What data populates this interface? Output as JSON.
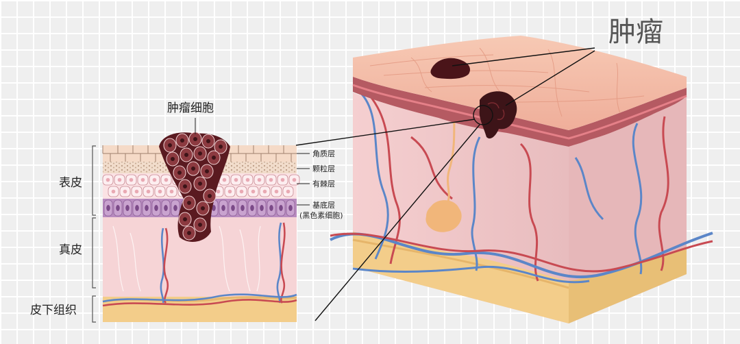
{
  "title": "肿瘤",
  "cell_label": "肿瘤细胞",
  "layers": {
    "epidermis": "表皮",
    "dermis": "真皮",
    "subcutis": "皮下组织"
  },
  "sublayers": {
    "stratum_corneum": "角质层",
    "stratum_granulosum": "颗粒层",
    "stratum_spinosum": "有棘层",
    "stratum_basale": "基底层",
    "melanocyte_note": "(黑色素细胞)"
  },
  "colors": {
    "tumor": "#6e2127",
    "tumor_dark": "#3d1418",
    "dermis": "#f6d4d6",
    "basal": "#b88bbf",
    "fat": "#f3cd8a",
    "artery": "#c84a52",
    "vein": "#5b86c8",
    "skin_top": "#f4b9a4"
  }
}
